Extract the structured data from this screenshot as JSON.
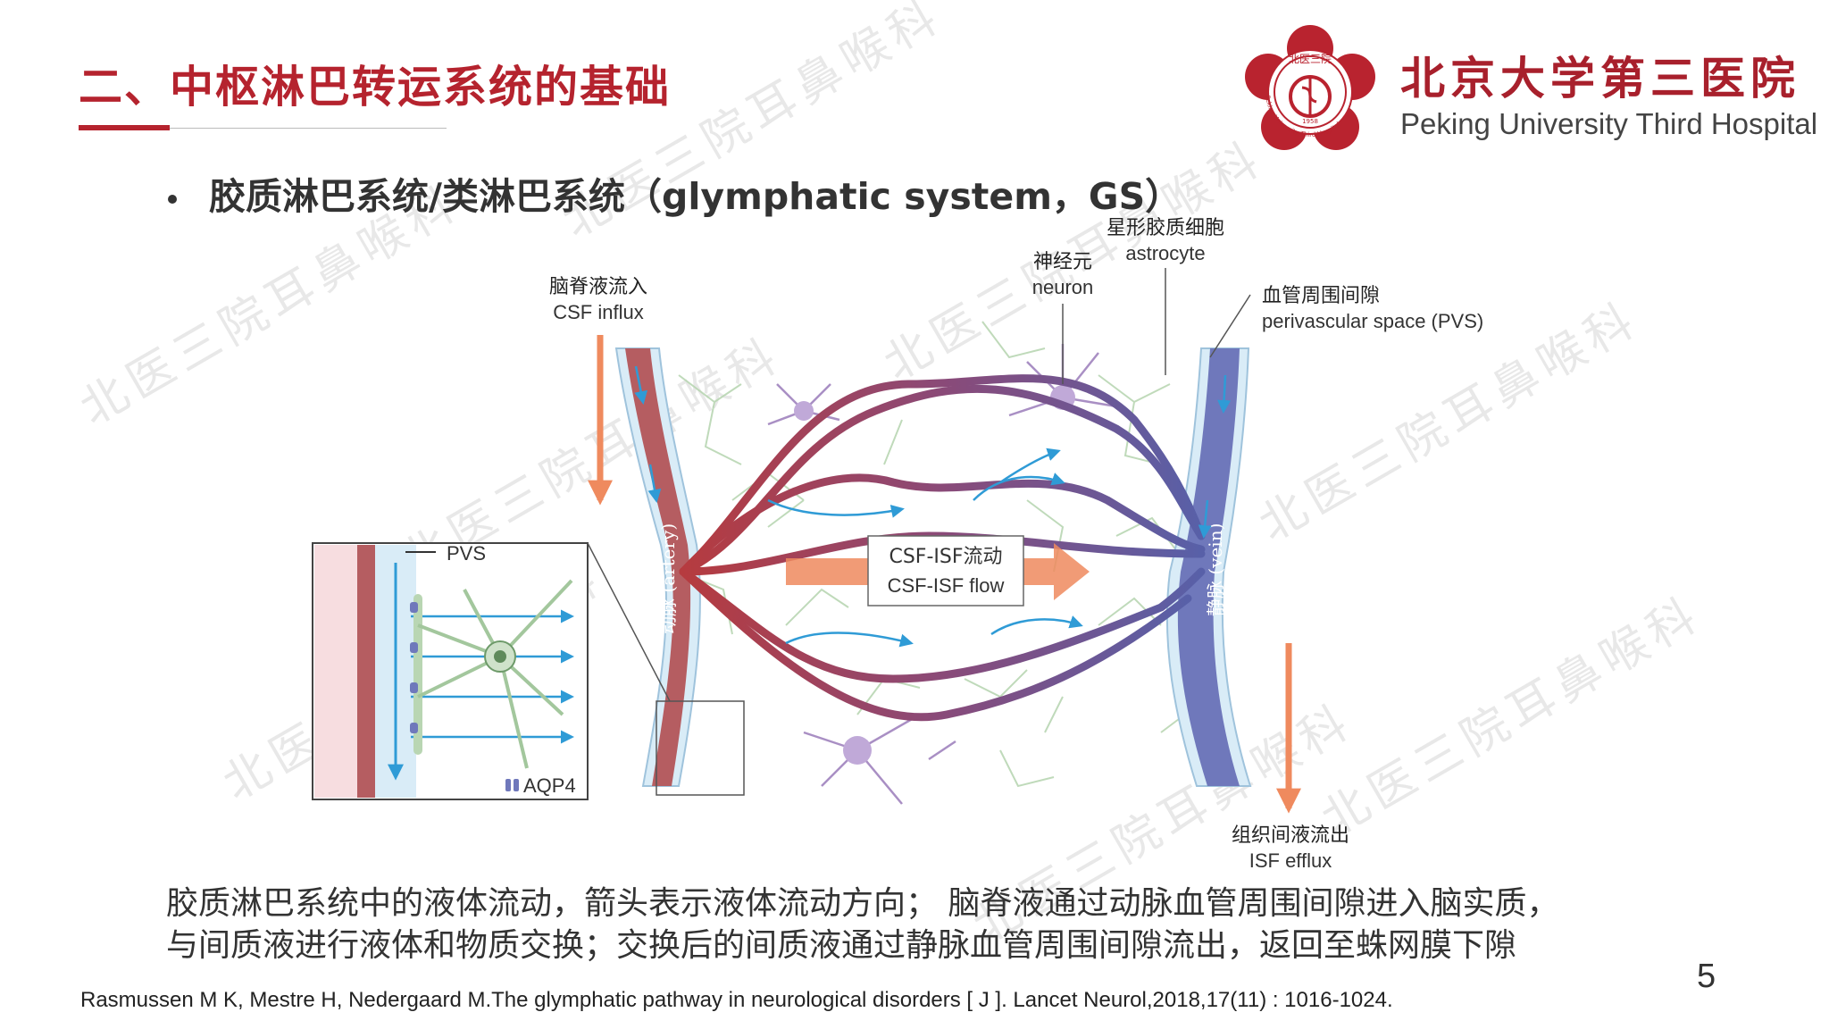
{
  "slide": {
    "title": "二、中枢淋巴转运系统的基础",
    "bullet": "胶质淋巴系统/类淋巴系统（glymphatic system，GS）",
    "page_number": "5"
  },
  "hospital": {
    "name_cn": "北京大学第三医院",
    "name_en": "Peking University Third Hospital",
    "logo_text_top": "北医三院",
    "logo_text_ring": "Peking University Third Hospital",
    "logo_year": "1958"
  },
  "diagram": {
    "csf_influx_cn": "脑脊液流入",
    "csf_influx_en": "CSF influx",
    "neuron_cn": "神经元",
    "neuron_en": "neuron",
    "astrocyte_cn": "星形胶质细胞",
    "astrocyte_en": "astrocyte",
    "pvs_cn": "血管周围间隙",
    "pvs_en": "perivascular space (PVS)",
    "artery_label": "动脉 (artery)",
    "vein_label": "静脉 (vein)",
    "flow_cn": "CSF-ISF流动",
    "flow_en": "CSF-ISF flow",
    "inset_pvs": "PVS",
    "inset_aqp4": "AQP4",
    "isf_efflux_cn": "组织间液流出",
    "isf_efflux_en": "ISF efflux"
  },
  "caption": {
    "line1": "胶质淋巴系统中的液体流动，箭头表示液体流动方向；  脑脊液通过动脉血管周围间隙进入脑实质，",
    "line2": "与间质液进行液体和物质交换；交换后的间质液通过静脉血管周围间隙流出，返回至蛛网膜下隙"
  },
  "reference": "Rasmussen M K, Mestre H, Nedergaard M.The glymphatic pathway in neurological disorders [ J ]. Lancet Neurol,2018,17(11) : 1016-1024.",
  "watermark": "北医三院耳鼻喉科",
  "colors": {
    "accent_red": "#b5232e",
    "artery": "#a83a3c",
    "vein": "#5b62a8",
    "flow_arrow": "#ef8a5e",
    "csf_blue": "#2f9bd6",
    "astrocyte": "#9ec59a",
    "neuron": "#a98fc4"
  }
}
